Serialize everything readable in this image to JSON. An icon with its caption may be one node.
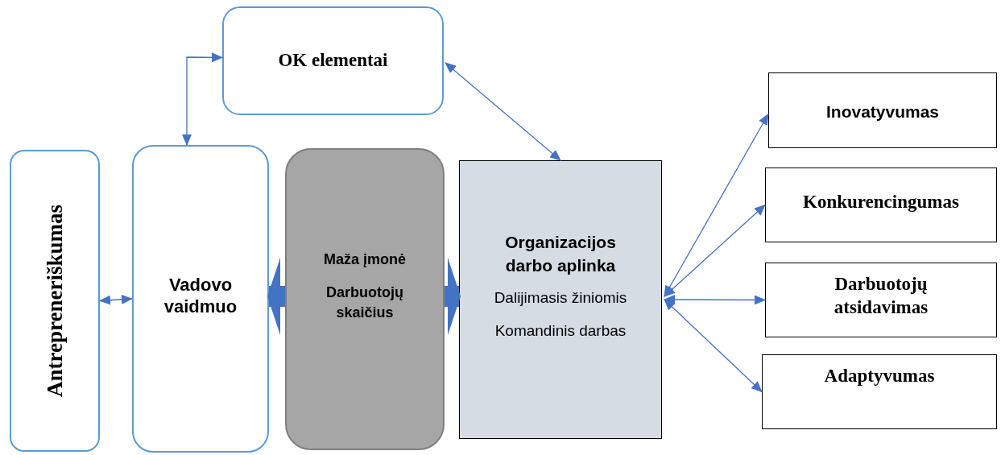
{
  "diagram": {
    "nodes": [
      {
        "text": [
          "OK elementai"
        ]
      },
      {
        "text": [
          "Antrepreneriškumas"
        ]
      },
      {
        "text": [
          "Vadovo vaidmuo"
        ]
      },
      {
        "text": [
          "Maža įmonė",
          "Darbuotojų skaičius"
        ]
      },
      {
        "text": [
          "Organizacijos darbo aplinka",
          "Dalijimasis žiniomis",
          "Komandinis darbas"
        ]
      },
      {
        "text": [
          "Inovatyvumas"
        ]
      },
      {
        "text": [
          "Konkurencingumas"
        ]
      },
      {
        "text": [
          "Darbuotojų atsidavimas"
        ]
      },
      {
        "text": [
          "Adaptyvumas"
        ]
      }
    ],
    "edges": [
      {
        "from": 1,
        "to": 2,
        "arrow": "both"
      },
      {
        "from": 0,
        "to": 2,
        "arrow": "both"
      },
      {
        "from": 0,
        "to": 4,
        "arrow": "both"
      },
      {
        "from": 3,
        "to": 2,
        "arrow": "to",
        "style": "thick"
      },
      {
        "from": 3,
        "to": 4,
        "arrow": "to",
        "style": "thick"
      },
      {
        "from": 4,
        "to": 5,
        "arrow": "both"
      },
      {
        "from": 4,
        "to": 6,
        "arrow": "both"
      },
      {
        "from": 4,
        "to": 7,
        "arrow": "both"
      },
      {
        "from": 4,
        "to": 8,
        "arrow": "both"
      }
    ]
  }
}
